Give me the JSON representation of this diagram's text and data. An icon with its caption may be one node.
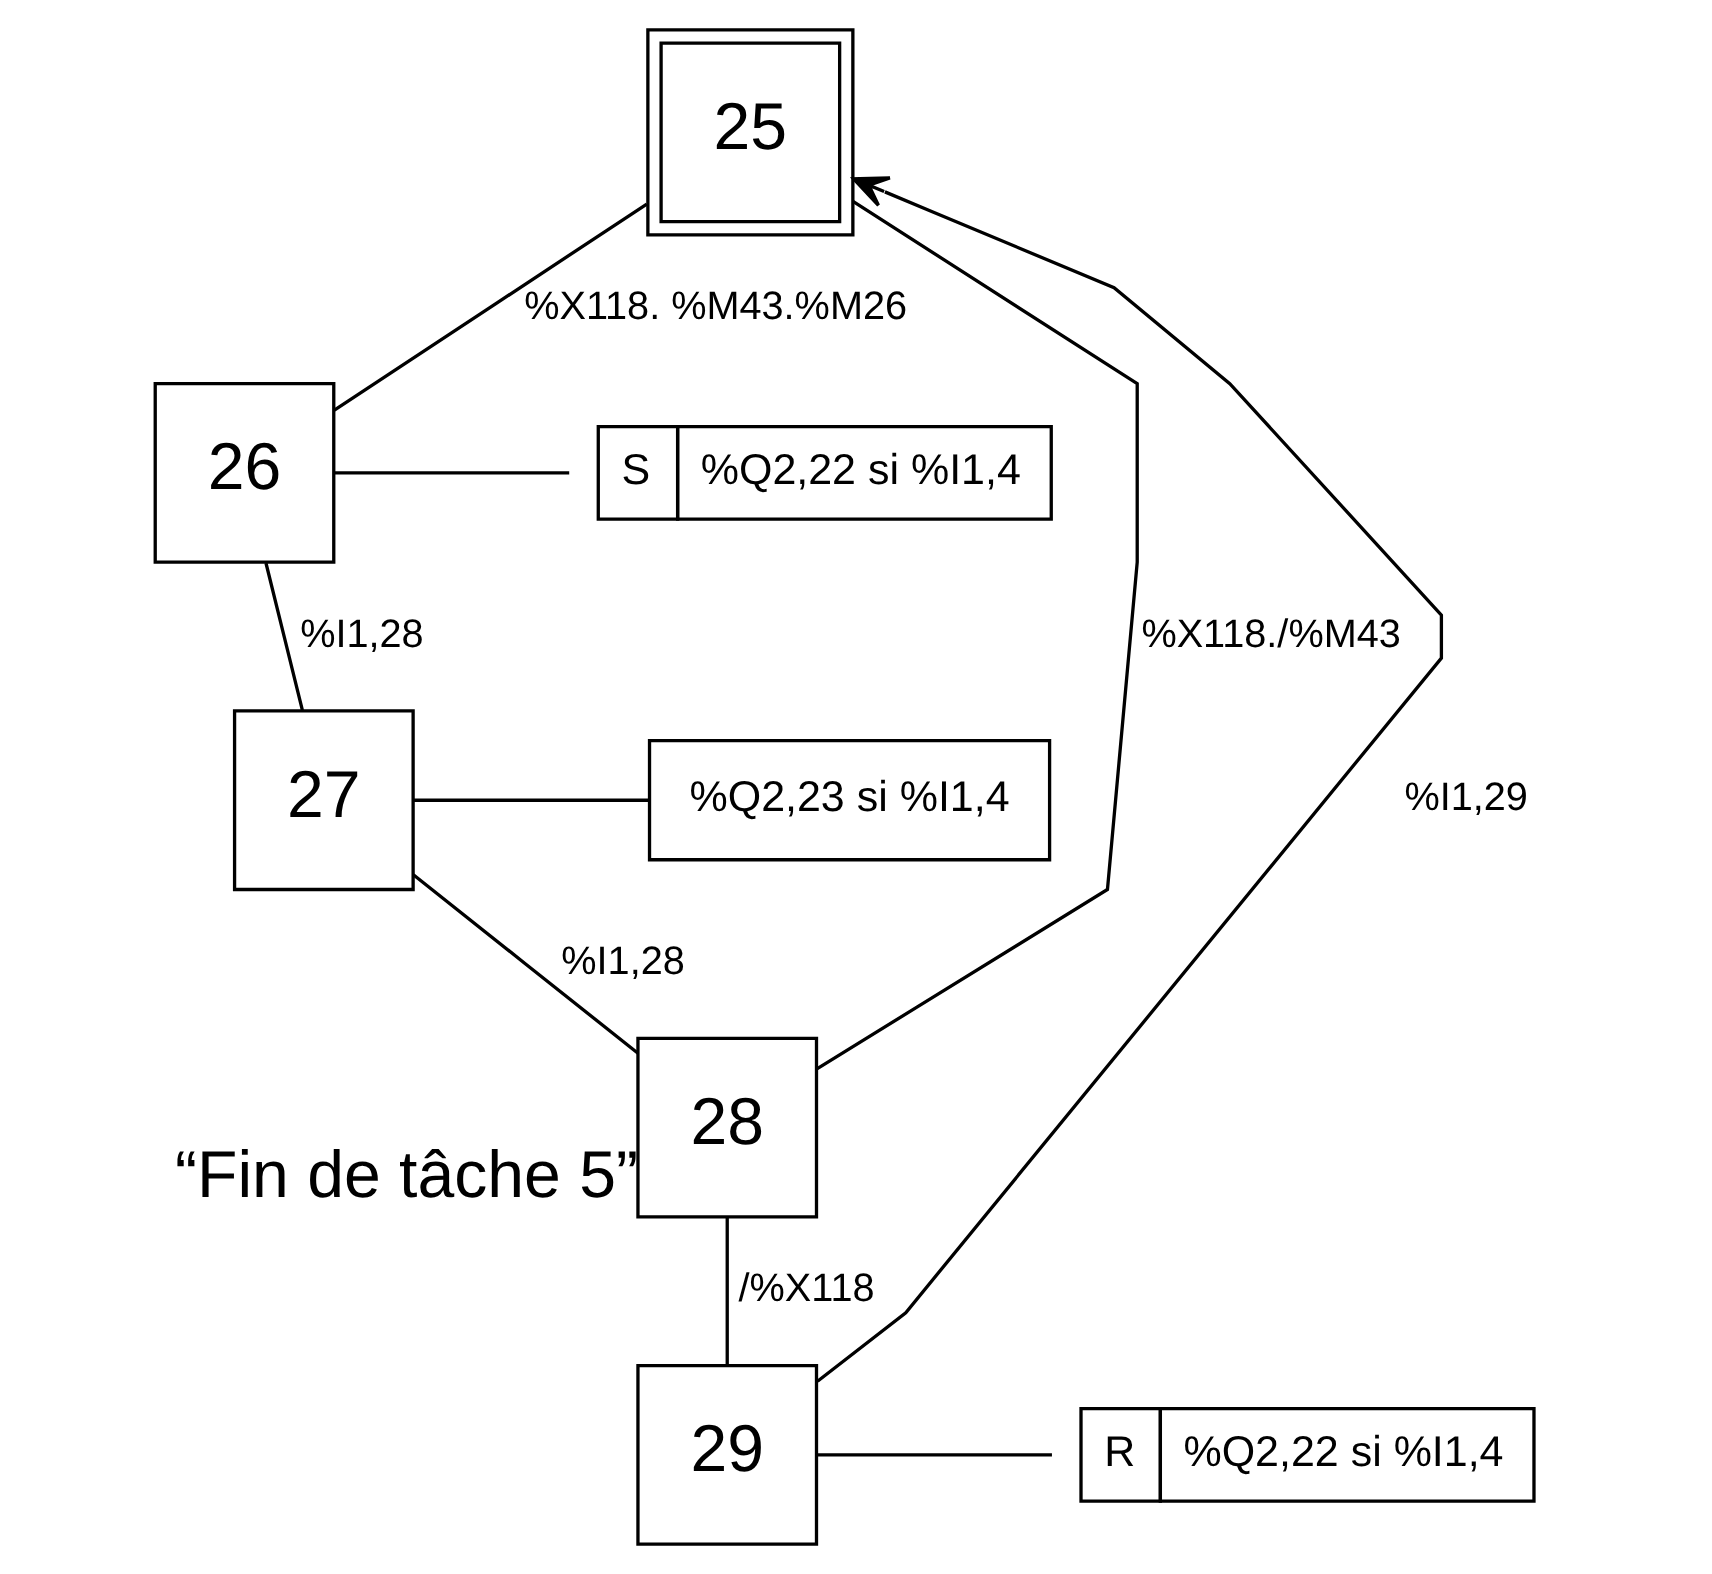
{
  "diagram": {
    "nodes": [
      {
        "text": [
          "25"
        ]
      },
      {
        "text": [
          "26"
        ]
      },
      {
        "text": [
          "S",
          "%Q2,22 si %I1,4"
        ]
      },
      {
        "text": [
          "27"
        ]
      },
      {
        "text": [
          "%Q2,23 si %I1,4"
        ]
      },
      {
        "text": [
          "28"
        ],
        "beside": [
          "“Fin de tâche 5”"
        ]
      },
      {
        "text": [
          "29"
        ]
      },
      {
        "text": [
          "R",
          "%Q2,22 si %I1,4"
        ]
      }
    ],
    "edges": [
      {
        "from": 0,
        "to": 1,
        "arrow": "none",
        "label": "%X118. %M43.%M26"
      },
      {
        "from": 1,
        "to": 2,
        "arrow": "none"
      },
      {
        "from": 1,
        "to": 3,
        "arrow": "none",
        "label": "%I1,28"
      },
      {
        "from": 3,
        "to": 4,
        "arrow": "none"
      },
      {
        "from": 3,
        "to": 5,
        "arrow": "none",
        "label": "%I1,28"
      },
      {
        "from": 0,
        "to": 5,
        "arrow": "none",
        "label": "%X118./%M43"
      },
      {
        "from": 5,
        "to": 6,
        "arrow": "none",
        "label": "/%X118"
      },
      {
        "from": 6,
        "to": 7,
        "arrow": "none"
      },
      {
        "from": 6,
        "to": 0,
        "arrow": "to",
        "label": "%I1,29"
      }
    ]
  }
}
